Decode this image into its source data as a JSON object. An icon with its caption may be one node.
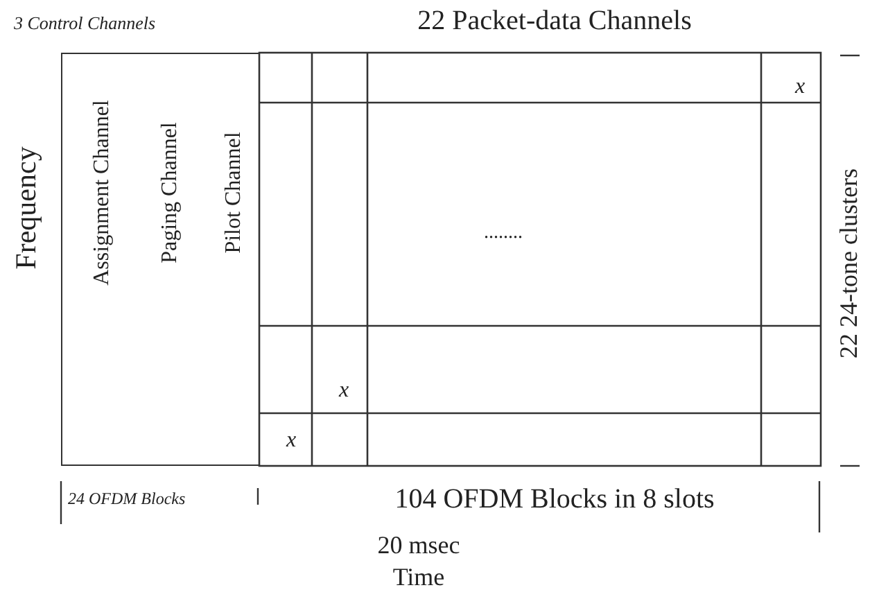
{
  "diagram": {
    "nodes": [
      {
        "text": [
          "Assignment Channel",
          "Paging Channel",
          "Pilot Channel"
        ]
      }
    ],
    "edges": [],
    "labels": [
      "3 Control Channels",
      "22 Packet-data Channels",
      "Frequency",
      "x",
      "........",
      "22 24-tone clusters",
      "x",
      "x",
      "24 OFDM Blocks",
      "104 OFDM Blocks in 8 slots",
      "20 msec",
      "Time"
    ]
  }
}
